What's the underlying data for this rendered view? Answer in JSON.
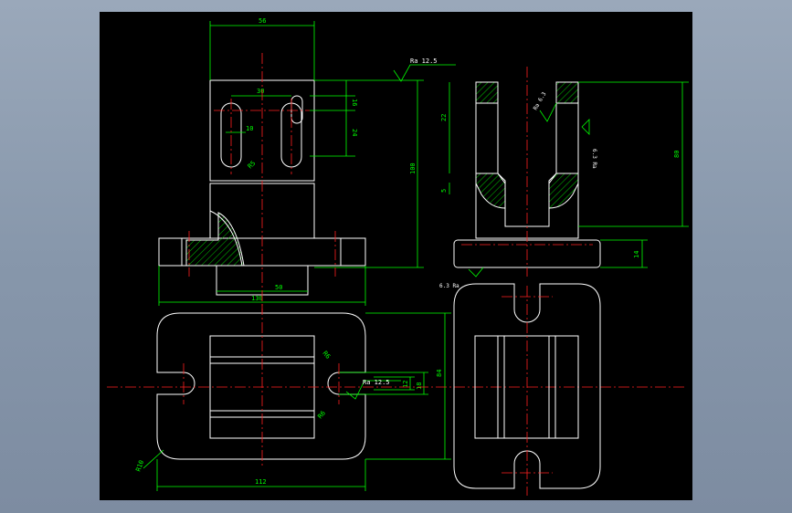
{
  "viewport": {
    "background_color": "#8a9aae",
    "canvas_color": "#000000"
  },
  "colors": {
    "outline": "#ffffff",
    "dimension": "#00ff00",
    "centerline": "#ff2020",
    "hatch": "#00e000",
    "annotation_text": "#ffffff"
  },
  "dimensions": {
    "front_top_width": "56",
    "front_slot_spacing": "30",
    "front_slot_width": "10",
    "front_slot_top": "16",
    "front_slot_length": "24",
    "front_height": "100",
    "front_fillet": "R5",
    "front_base_width": "130",
    "front_base_slot": "50",
    "side_slot_height": "22",
    "side_step": "5",
    "side_height": "80",
    "side_base_height": "14",
    "side_rough_right": "6.3",
    "plan_width": "112",
    "plan_height": "84",
    "plan_slot_outer": "18",
    "plan_slot_inner": "12",
    "plan_corner_radius": "R10",
    "plan_slot_radius_top": "R6",
    "plan_slot_radius_bottom": "R6"
  },
  "annotations": {
    "roughness_top_front": "Ra 12.5",
    "roughness_side_a": "Ra 6.3",
    "roughness_side_b": "6.3 Ra",
    "roughness_side_base": "6.3 Ra",
    "roughness_plan": "Ra 12.5"
  }
}
